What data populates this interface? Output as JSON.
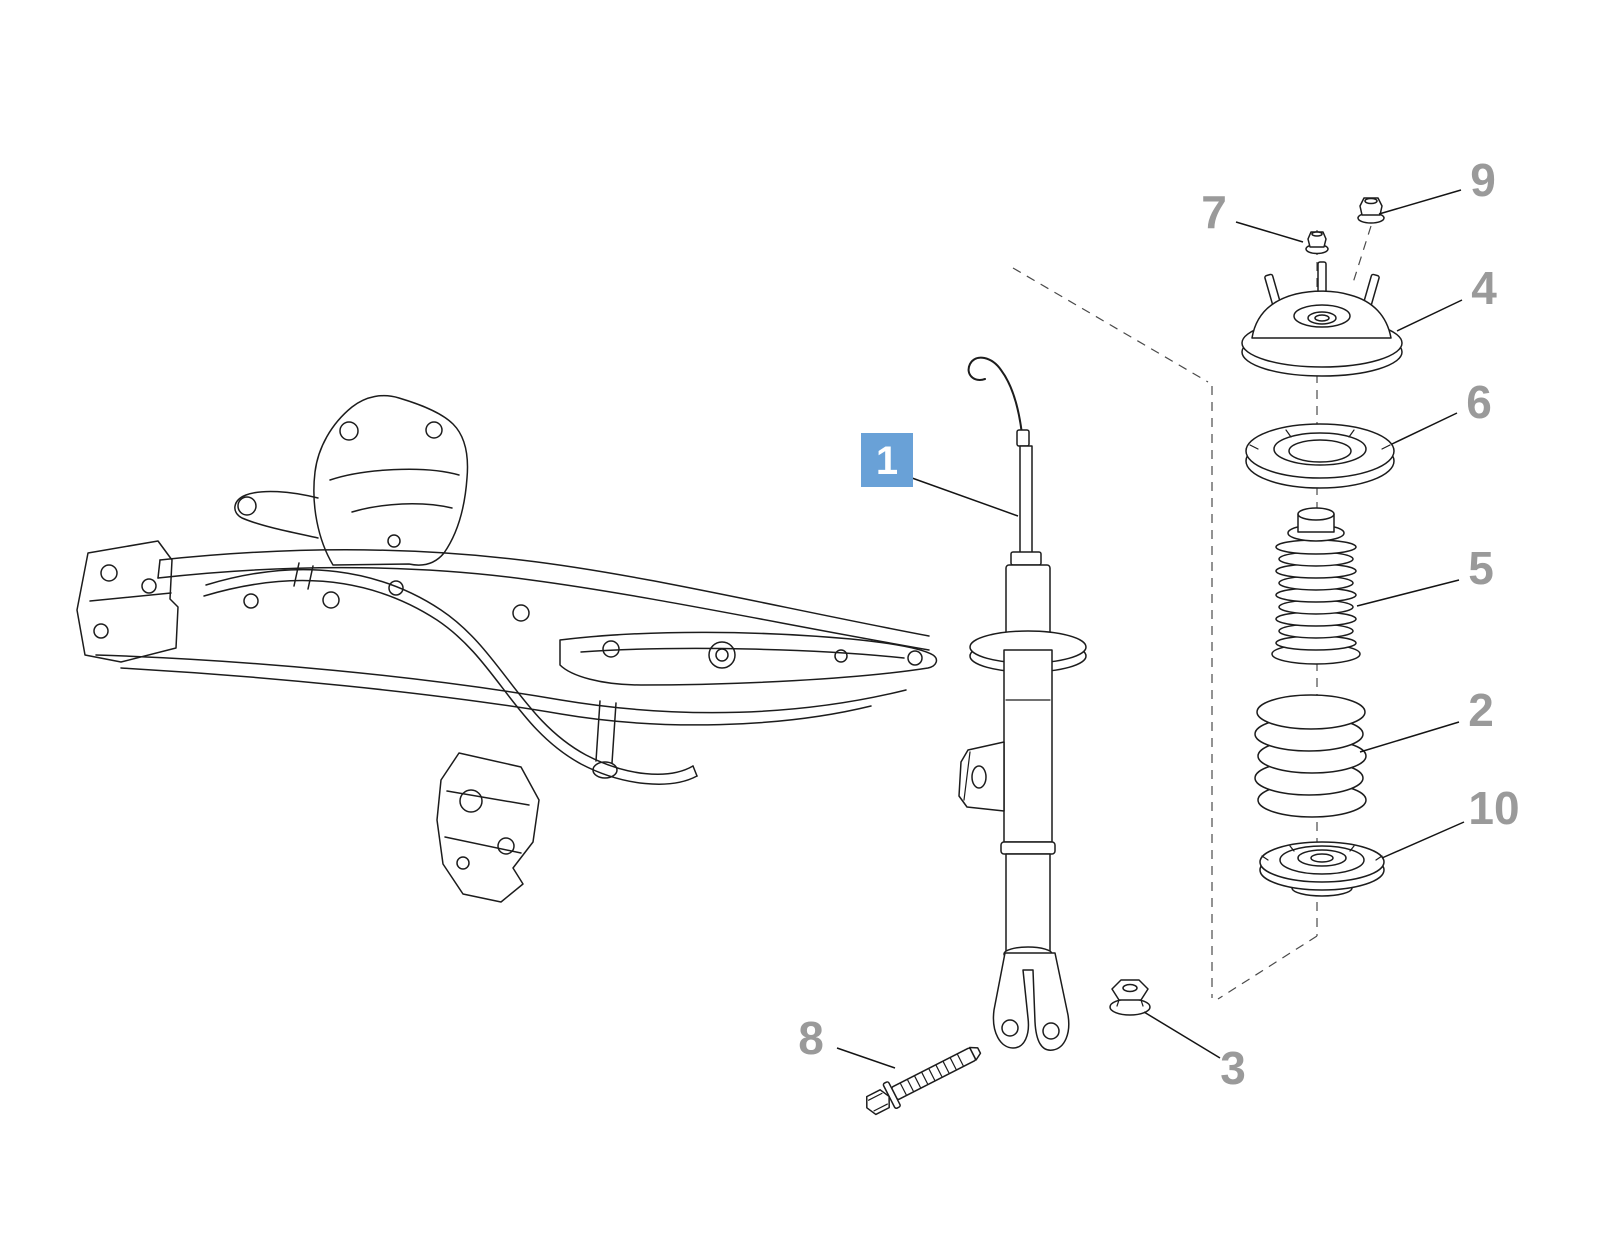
{
  "diagram": {
    "background": "#ffffff",
    "line_color": "#1c1c1c",
    "callout_color": "#9a9a9a",
    "dashed_axis_color": "#4a4a4a",
    "highlight": {
      "bg": "#69a1d7",
      "text": "#ffffff"
    },
    "callouts": [
      {
        "label": "1",
        "highlighted": true
      },
      {
        "label": "2",
        "highlighted": false
      },
      {
        "label": "3",
        "highlighted": false
      },
      {
        "label": "4",
        "highlighted": false
      },
      {
        "label": "5",
        "highlighted": false
      },
      {
        "label": "6",
        "highlighted": false
      },
      {
        "label": "7",
        "highlighted": false
      },
      {
        "label": "8",
        "highlighted": false
      },
      {
        "label": "9",
        "highlighted": false
      },
      {
        "label": "10",
        "highlighted": false
      }
    ]
  }
}
